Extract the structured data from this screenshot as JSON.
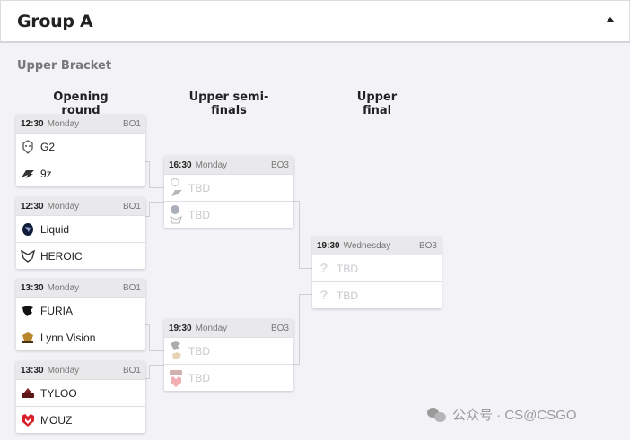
{
  "header": {
    "title": "Group A",
    "toggle_icon": "caret-up-icon"
  },
  "section": {
    "label": "Upper Bracket"
  },
  "rounds": [
    {
      "title": "Opening round"
    },
    {
      "title": "Upper semi-finals"
    },
    {
      "title": "Upper final"
    }
  ],
  "matches": {
    "o1": {
      "time": "12:30",
      "day": "Monday",
      "format": "BO1",
      "team1": "G2",
      "team2": "9z"
    },
    "o2": {
      "time": "12:30",
      "day": "Monday",
      "format": "BO1",
      "team1": "Liquid",
      "team2": "HEROIC"
    },
    "o3": {
      "time": "13:30",
      "day": "Monday",
      "format": "BO1",
      "team1": "FURIA",
      "team2": "Lynn Vision"
    },
    "o4": {
      "time": "13:30",
      "day": "Monday",
      "format": "BO1",
      "team1": "TYLOO",
      "team2": "MOUZ"
    },
    "s1": {
      "time": "16:30",
      "day": "Monday",
      "format": "BO3",
      "team1": "TBD",
      "team2": "TBD"
    },
    "s2": {
      "time": "19:30",
      "day": "Monday",
      "format": "BO3",
      "team1": "TBD",
      "team2": "TBD"
    },
    "f1": {
      "time": "19:30",
      "day": "Wednesday",
      "format": "BO3",
      "team1": "TBD",
      "team2": "TBD"
    }
  },
  "colors": {
    "g2": "#555555",
    "9z": "#333333",
    "liquid": "#0f1d3a",
    "heroic": "#333333",
    "furia": "#111111",
    "lynn": "#b8862b",
    "tyloo": "#7a2020",
    "mouz": "#d8212b"
  },
  "watermark": {
    "text": "公众号 · CS@CSGO"
  }
}
